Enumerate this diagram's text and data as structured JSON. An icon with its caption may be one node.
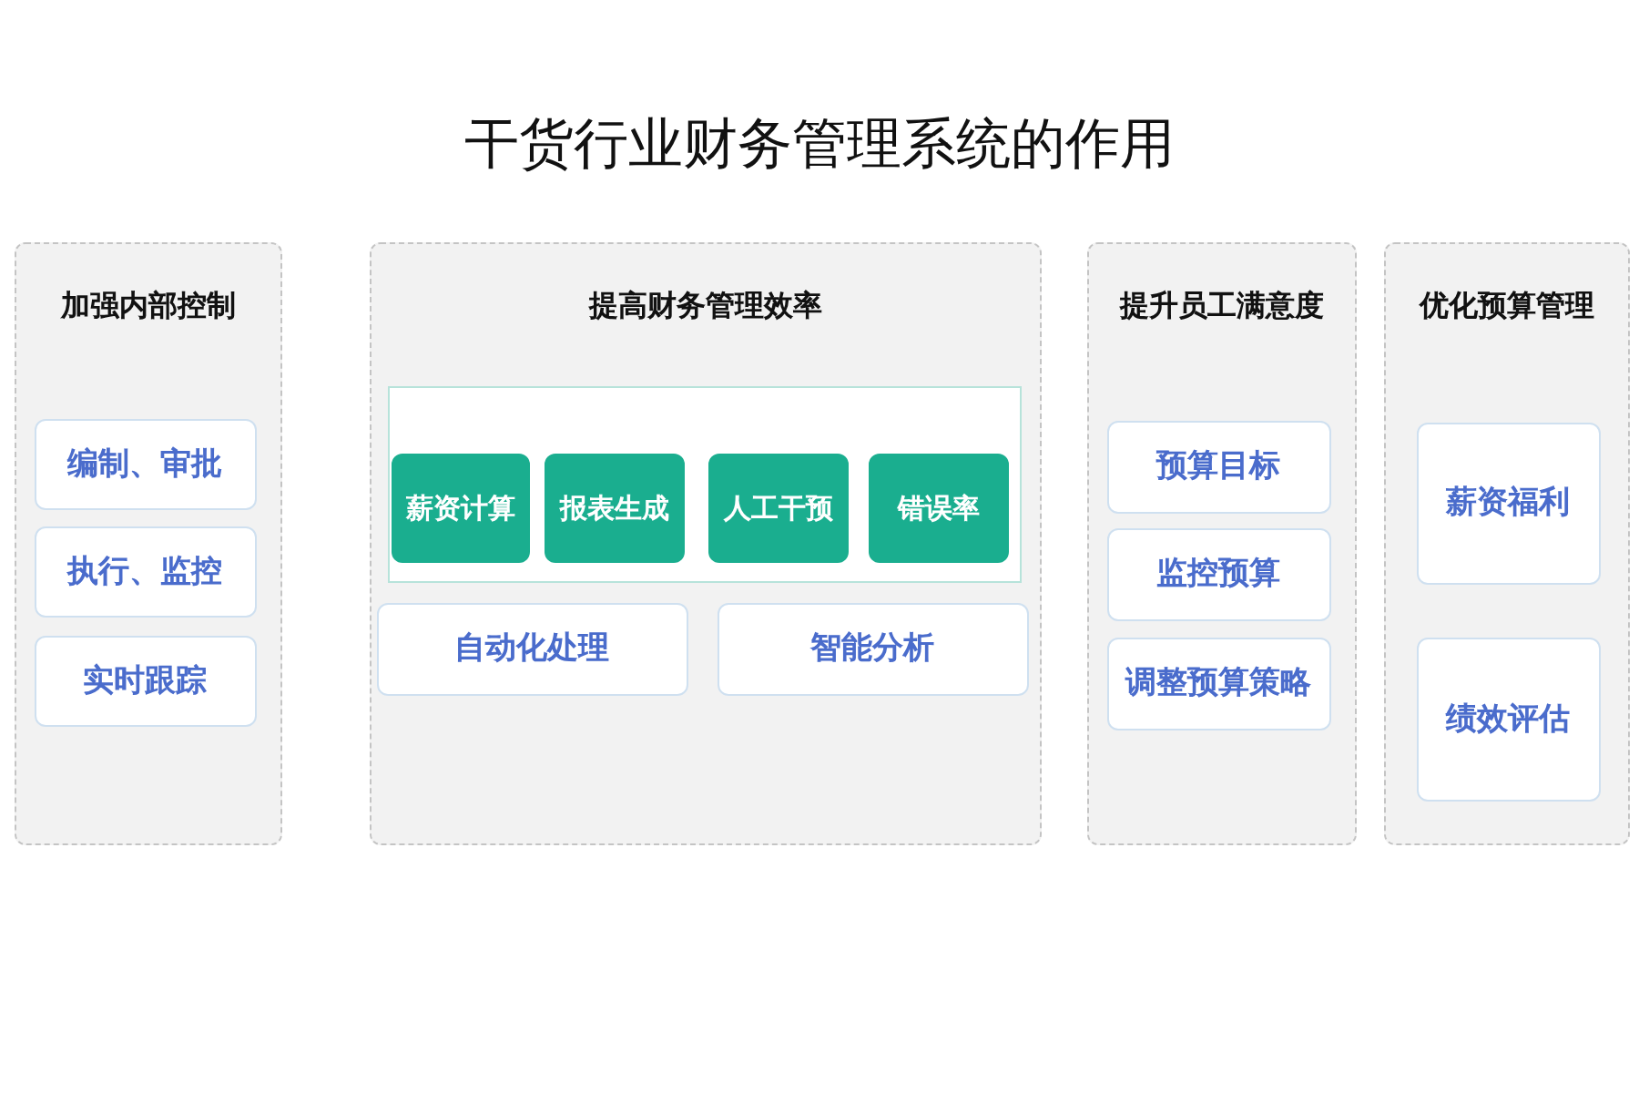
{
  "diagram": {
    "title": "干货行业财务管理系统的作用",
    "nodes": [
      {
        "text": [
          "加强内部控制"
        ]
      },
      {
        "text": [
          "编制、审批"
        ],
        "in": 0
      },
      {
        "text": [
          "执行、监控"
        ],
        "in": 0
      },
      {
        "text": [
          "实时跟踪"
        ],
        "in": 0
      },
      {
        "text": [
          "提高财务管理效率"
        ]
      },
      {
        "text": [],
        "shape": "box",
        "in": 4
      },
      {
        "text": [
          "薪资计算"
        ],
        "in": 5
      },
      {
        "text": [
          "报表生成"
        ],
        "in": 5
      },
      {
        "text": [
          "人工干预"
        ],
        "in": 5
      },
      {
        "text": [
          "错误率"
        ],
        "in": 5
      },
      {
        "text": [
          "自动化处理"
        ],
        "in": 4
      },
      {
        "text": [
          "智能分析"
        ],
        "in": 4
      },
      {
        "text": [
          "提升员工满意度"
        ]
      },
      {
        "text": [
          "预算目标"
        ],
        "in": 12
      },
      {
        "text": [
          "监控预算"
        ],
        "in": 12
      },
      {
        "text": [
          "调整预算策略"
        ],
        "in": 12
      },
      {
        "text": [
          "优化预算管理"
        ]
      },
      {
        "text": [
          "薪资福利"
        ],
        "in": 16
      },
      {
        "text": [
          "绩效评估"
        ],
        "in": 16
      }
    ]
  }
}
